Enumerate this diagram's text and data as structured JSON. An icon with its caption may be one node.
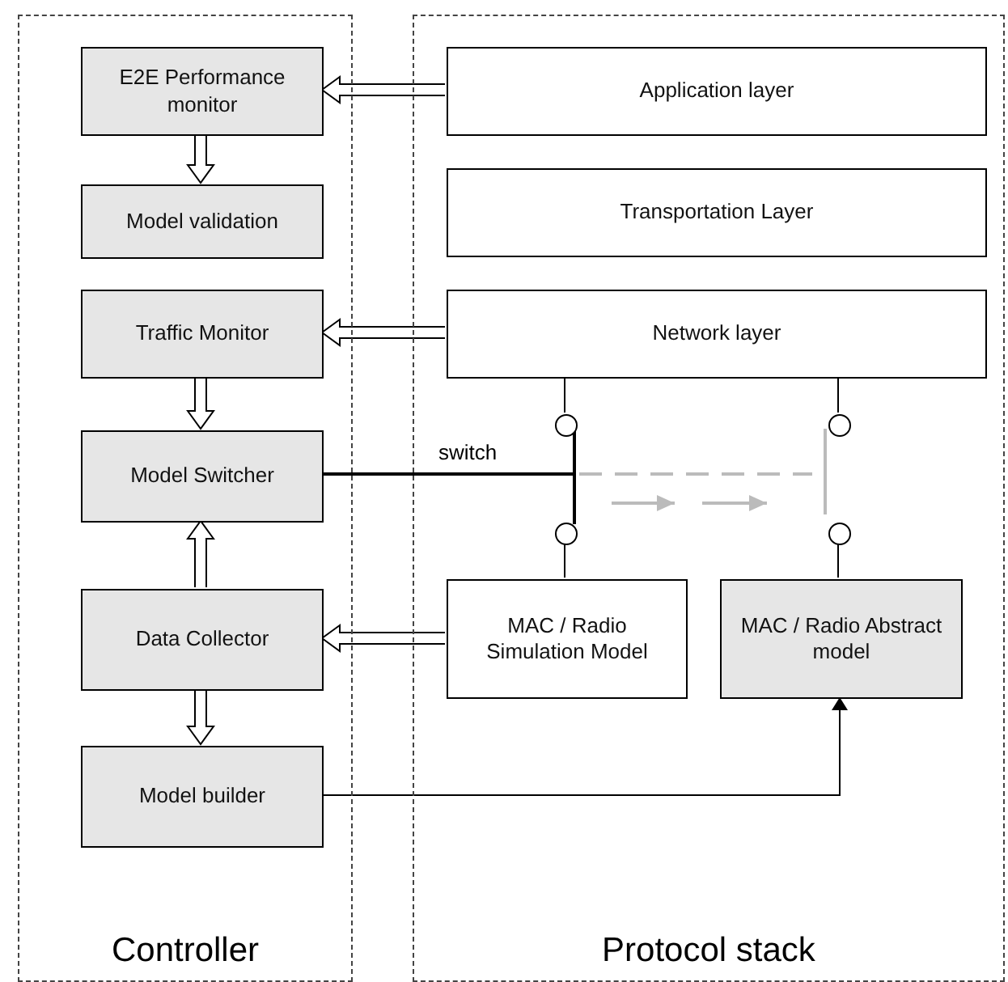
{
  "diagram": {
    "nodes": [
      {
        "text": [
          "Controller"
        ]
      },
      {
        "text": [
          "Protocol stack"
        ]
      },
      {
        "text": [
          "E2E Performance monitor"
        ],
        "in": 0
      },
      {
        "text": [
          "Model validation"
        ],
        "in": 0
      },
      {
        "text": [
          "Traffic Monitor"
        ],
        "in": 0
      },
      {
        "text": [
          "Model Switcher"
        ],
        "in": 0
      },
      {
        "text": [
          "Data Collector"
        ],
        "in": 0
      },
      {
        "text": [
          "Model builder"
        ],
        "in": 0
      },
      {
        "text": [
          "Application layer"
        ],
        "in": 1
      },
      {
        "text": [
          "Transportation Layer"
        ],
        "in": 1
      },
      {
        "text": [
          "Network layer"
        ],
        "in": 1
      },
      {
        "text": [
          "MAC / Radio Simulation Model"
        ],
        "in": 1
      },
      {
        "text": [
          "MAC / Radio Abstract model"
        ],
        "in": 1
      },
      {
        "text": [],
        "shape": "circle",
        "in": 1
      },
      {
        "text": [],
        "shape": "circle",
        "in": 1
      },
      {
        "text": [],
        "shape": "circle",
        "in": 1
      },
      {
        "text": [],
        "shape": "circle",
        "in": 1
      }
    ],
    "edges": [
      {
        "from": 8,
        "to": 2,
        "arrow": "to",
        "style": "thick"
      },
      {
        "from": 2,
        "to": 3,
        "arrow": "to",
        "style": "thick"
      },
      {
        "from": 10,
        "to": 4,
        "arrow": "to",
        "style": "thick"
      },
      {
        "from": 4,
        "to": 5,
        "arrow": "to",
        "style": "thick"
      },
      {
        "from": 6,
        "to": 5,
        "arrow": "to",
        "style": "thick"
      },
      {
        "from": 11,
        "to": 6,
        "arrow": "to",
        "style": "thick"
      },
      {
        "from": 6,
        "to": 7,
        "arrow": "to",
        "style": "thick"
      },
      {
        "from": 7,
        "to": 12,
        "arrow": "to",
        "color": "#000000"
      },
      {
        "from": 5,
        "to": null,
        "arrow": "none",
        "label": "switch",
        "color": "#000000"
      },
      {
        "from": 10,
        "to": 13,
        "arrow": "none",
        "color": "#000000"
      },
      {
        "from": 10,
        "to": 15,
        "arrow": "none",
        "color": "#000000"
      },
      {
        "from": 13,
        "to": 14,
        "arrow": "none",
        "color": "#000000"
      },
      {
        "from": 14,
        "to": 11,
        "arrow": "none",
        "color": "#000000"
      },
      {
        "from": 16,
        "to": 12,
        "arrow": "none",
        "color": "#000000"
      },
      {
        "from": 15,
        "to": 16,
        "arrow": "none",
        "color": "#bbbbbb"
      }
    ]
  }
}
